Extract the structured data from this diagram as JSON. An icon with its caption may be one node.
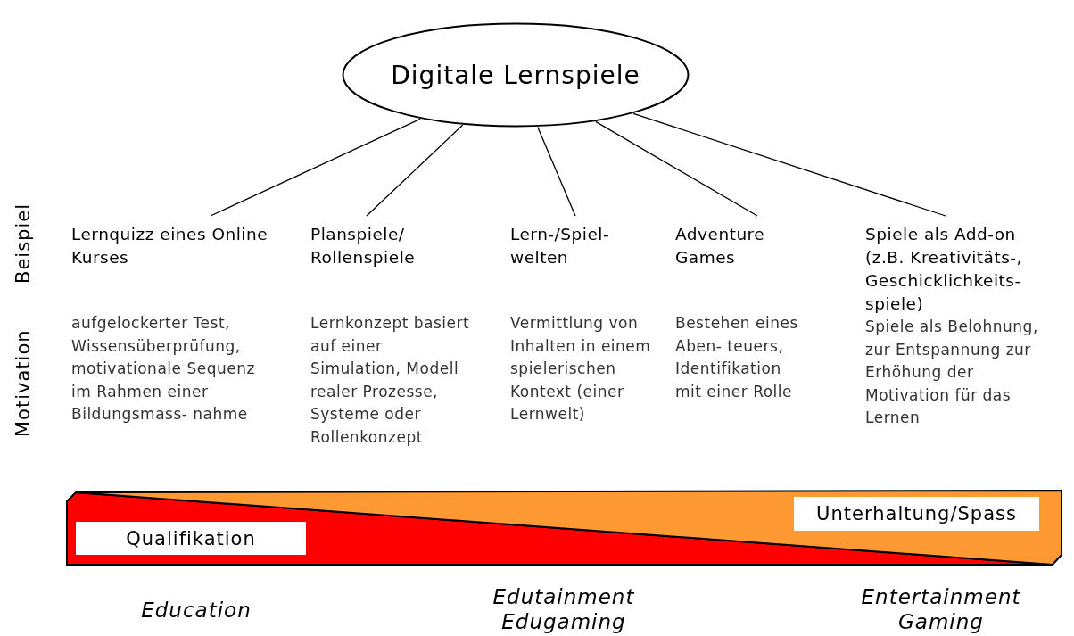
{
  "diagram": {
    "nodes": [
      {
        "text": [
          "Digitale Lernspiele"
        ]
      },
      {
        "text": [
          "Lernquizz eines Online Kurses",
          "aufgelockerter Test, Wissensüberprüfung, motivationale Sequenz im Rahmen einer Bildungsmass- nahme"
        ]
      },
      {
        "text": [
          "Planspiele/ Rollenspiele",
          "Lernkonzept basiert auf einer Simulation, Modell realer Prozesse, Systeme oder Rollenkonzept"
        ]
      },
      {
        "text": [
          "Lern-/Spiel- welten",
          "Vermittlung von Inhalten in einem spielerischen Kontext (einer Lernwelt)"
        ]
      },
      {
        "text": [
          "Adventure Games",
          "Bestehen eines Aben- teuers, Identifikation mit einer Rolle"
        ]
      },
      {
        "text": [
          "Spiele als Add-on (z.B. Kreativitäts-, Geschicklichkeits- spiele)",
          "Spiele als Belohnung, zur Entspannung zur Erhöhung der Motivation für das Lernen"
        ]
      }
    ],
    "edges": [
      {
        "from": 0,
        "to": 1,
        "arrow": "none"
      },
      {
        "from": 0,
        "to": 2,
        "arrow": "none"
      },
      {
        "from": 0,
        "to": 3,
        "arrow": "none"
      },
      {
        "from": 0,
        "to": 4,
        "arrow": "none"
      },
      {
        "from": 0,
        "to": 5,
        "arrow": "none"
      }
    ],
    "labels": [
      "Beispiel",
      "Motivation",
      "Unterhaltung/Spass",
      "Qualifikation",
      "Education",
      "Edutainment Edugaming",
      "Entertainment Gaming"
    ]
  }
}
